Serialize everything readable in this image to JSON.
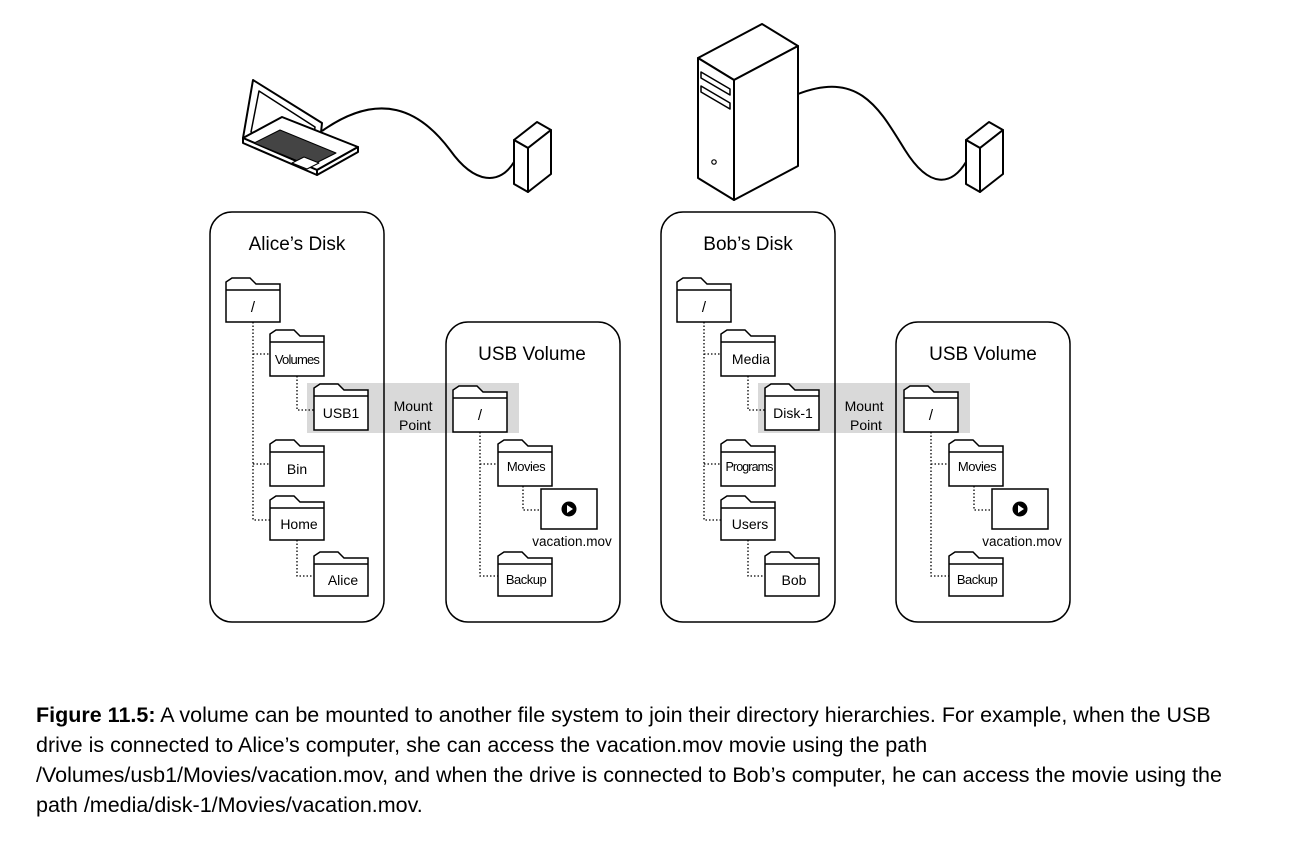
{
  "left_panel": {
    "disk_title": "Alice’s Disk",
    "root": "/",
    "volumes": "Volumes",
    "usb1": "USB1",
    "bin": "Bin",
    "home": "Home",
    "alice": "Alice",
    "mount_label": [
      "Mount",
      "Point"
    ],
    "usb_title": "USB Volume",
    "usb_root": "/",
    "movies": "Movies",
    "movie_file": "vacation.mov",
    "backup": "Backup"
  },
  "right_panel": {
    "disk_title": "Bob’s Disk",
    "root": "/",
    "media": "Media",
    "disk1": "Disk-1",
    "programs": "Programs",
    "users": "Users",
    "bob": "Bob",
    "mount_label": [
      "Mount",
      "Point"
    ],
    "usb_title": "USB Volume",
    "usb_root": "/",
    "movies": "Movies",
    "movie_file": "vacation.mov",
    "backup": "Backup"
  },
  "caption": {
    "label": "Figure 11.5:",
    "text": "A volume can be mounted to another file system to join their directory hierarchies. For example, when the USB drive is connected to Alice’s computer, she can access the vacation.mov movie using the path /Volumes/usb1/Movies/vacation.mov, and when the drive is connected to Bob’s computer, he can access the movie using the path /media/disk-1/Movies/vacation.mov."
  }
}
